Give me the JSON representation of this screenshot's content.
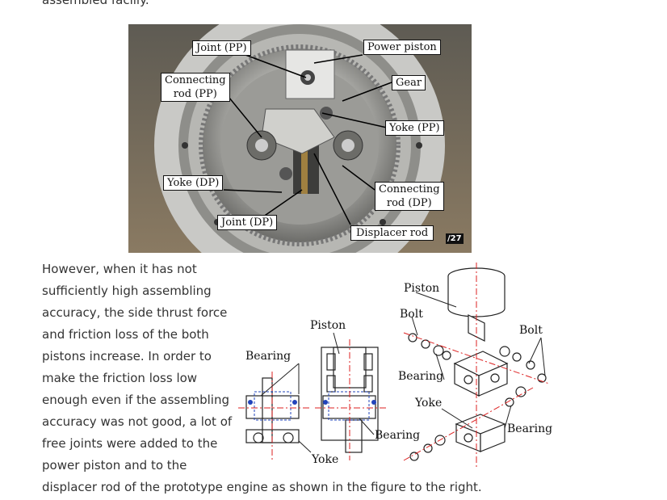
{
  "top_fragment": "assembled facilly.",
  "photo": {
    "labels": {
      "joint_pp": "Joint (PP)",
      "power_piston": "Power piston",
      "connecting_rod_pp": "Connecting\nrod (PP)",
      "gear": "Gear",
      "yoke_pp": "Yoke (PP)",
      "yoke_dp": "Yoke (DP)",
      "connecting_rod_dp": "Connecting\nrod (DP)",
      "joint_dp": "Joint (DP)",
      "displacer_rod": "Displacer rod"
    },
    "slide_number": "/27"
  },
  "paragraph_lines": [
    "However, when it has not",
    "sufficiently high assembling",
    "accuracy, the side thrust force",
    "and friction loss of the both",
    "pistons increase. In order to",
    "make the friction loss low",
    "enough even if the assembling",
    "accuracy was not good, a lot of",
    "free joints were added to the",
    "power piston and to the",
    "displacer rod of the prototype engine as shown in the figure to the right."
  ],
  "diagram": {
    "labels": {
      "piston_top": "Piston",
      "bolt_left": "Bolt",
      "piston_section": "Piston",
      "bolt_right": "Bolt",
      "bearing_left": "Bearing",
      "bearing_mid": "Bearing",
      "yoke_right": "Yoke",
      "bearing_right": "Bearing",
      "bearing_bottom": "Bearing",
      "yoke_bottom": "Yoke"
    }
  }
}
